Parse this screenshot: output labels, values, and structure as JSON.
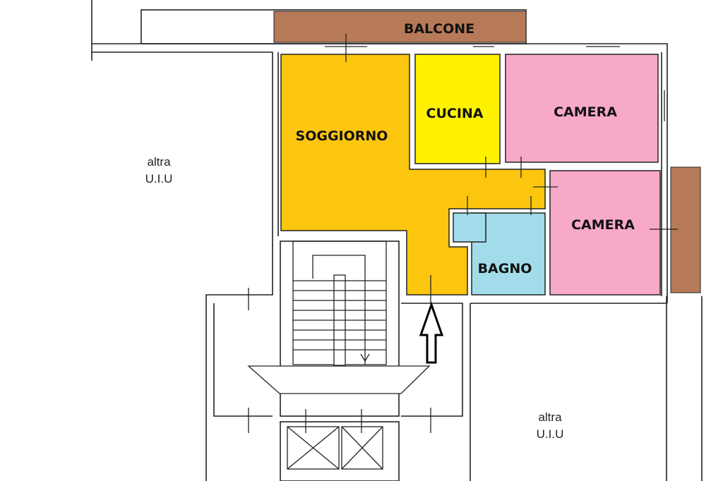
{
  "rooms": {
    "balcone": "BALCONE",
    "soggiorno": "SOGGIORNO",
    "cucina": "CUCINA",
    "camera1": "CAMERA",
    "camera2": "CAMERA",
    "bagno": "BAGNO"
  },
  "other_units": {
    "left": [
      "altra",
      "U.I.U"
    ],
    "right": [
      "altra",
      "U.I.U"
    ]
  },
  "colors": {
    "soggiorno": "#FDC60E",
    "cucina": "#FFF200",
    "camera": "#F8A9C8",
    "bagno": "#A2DCEA",
    "balcone": "#B67A58"
  }
}
